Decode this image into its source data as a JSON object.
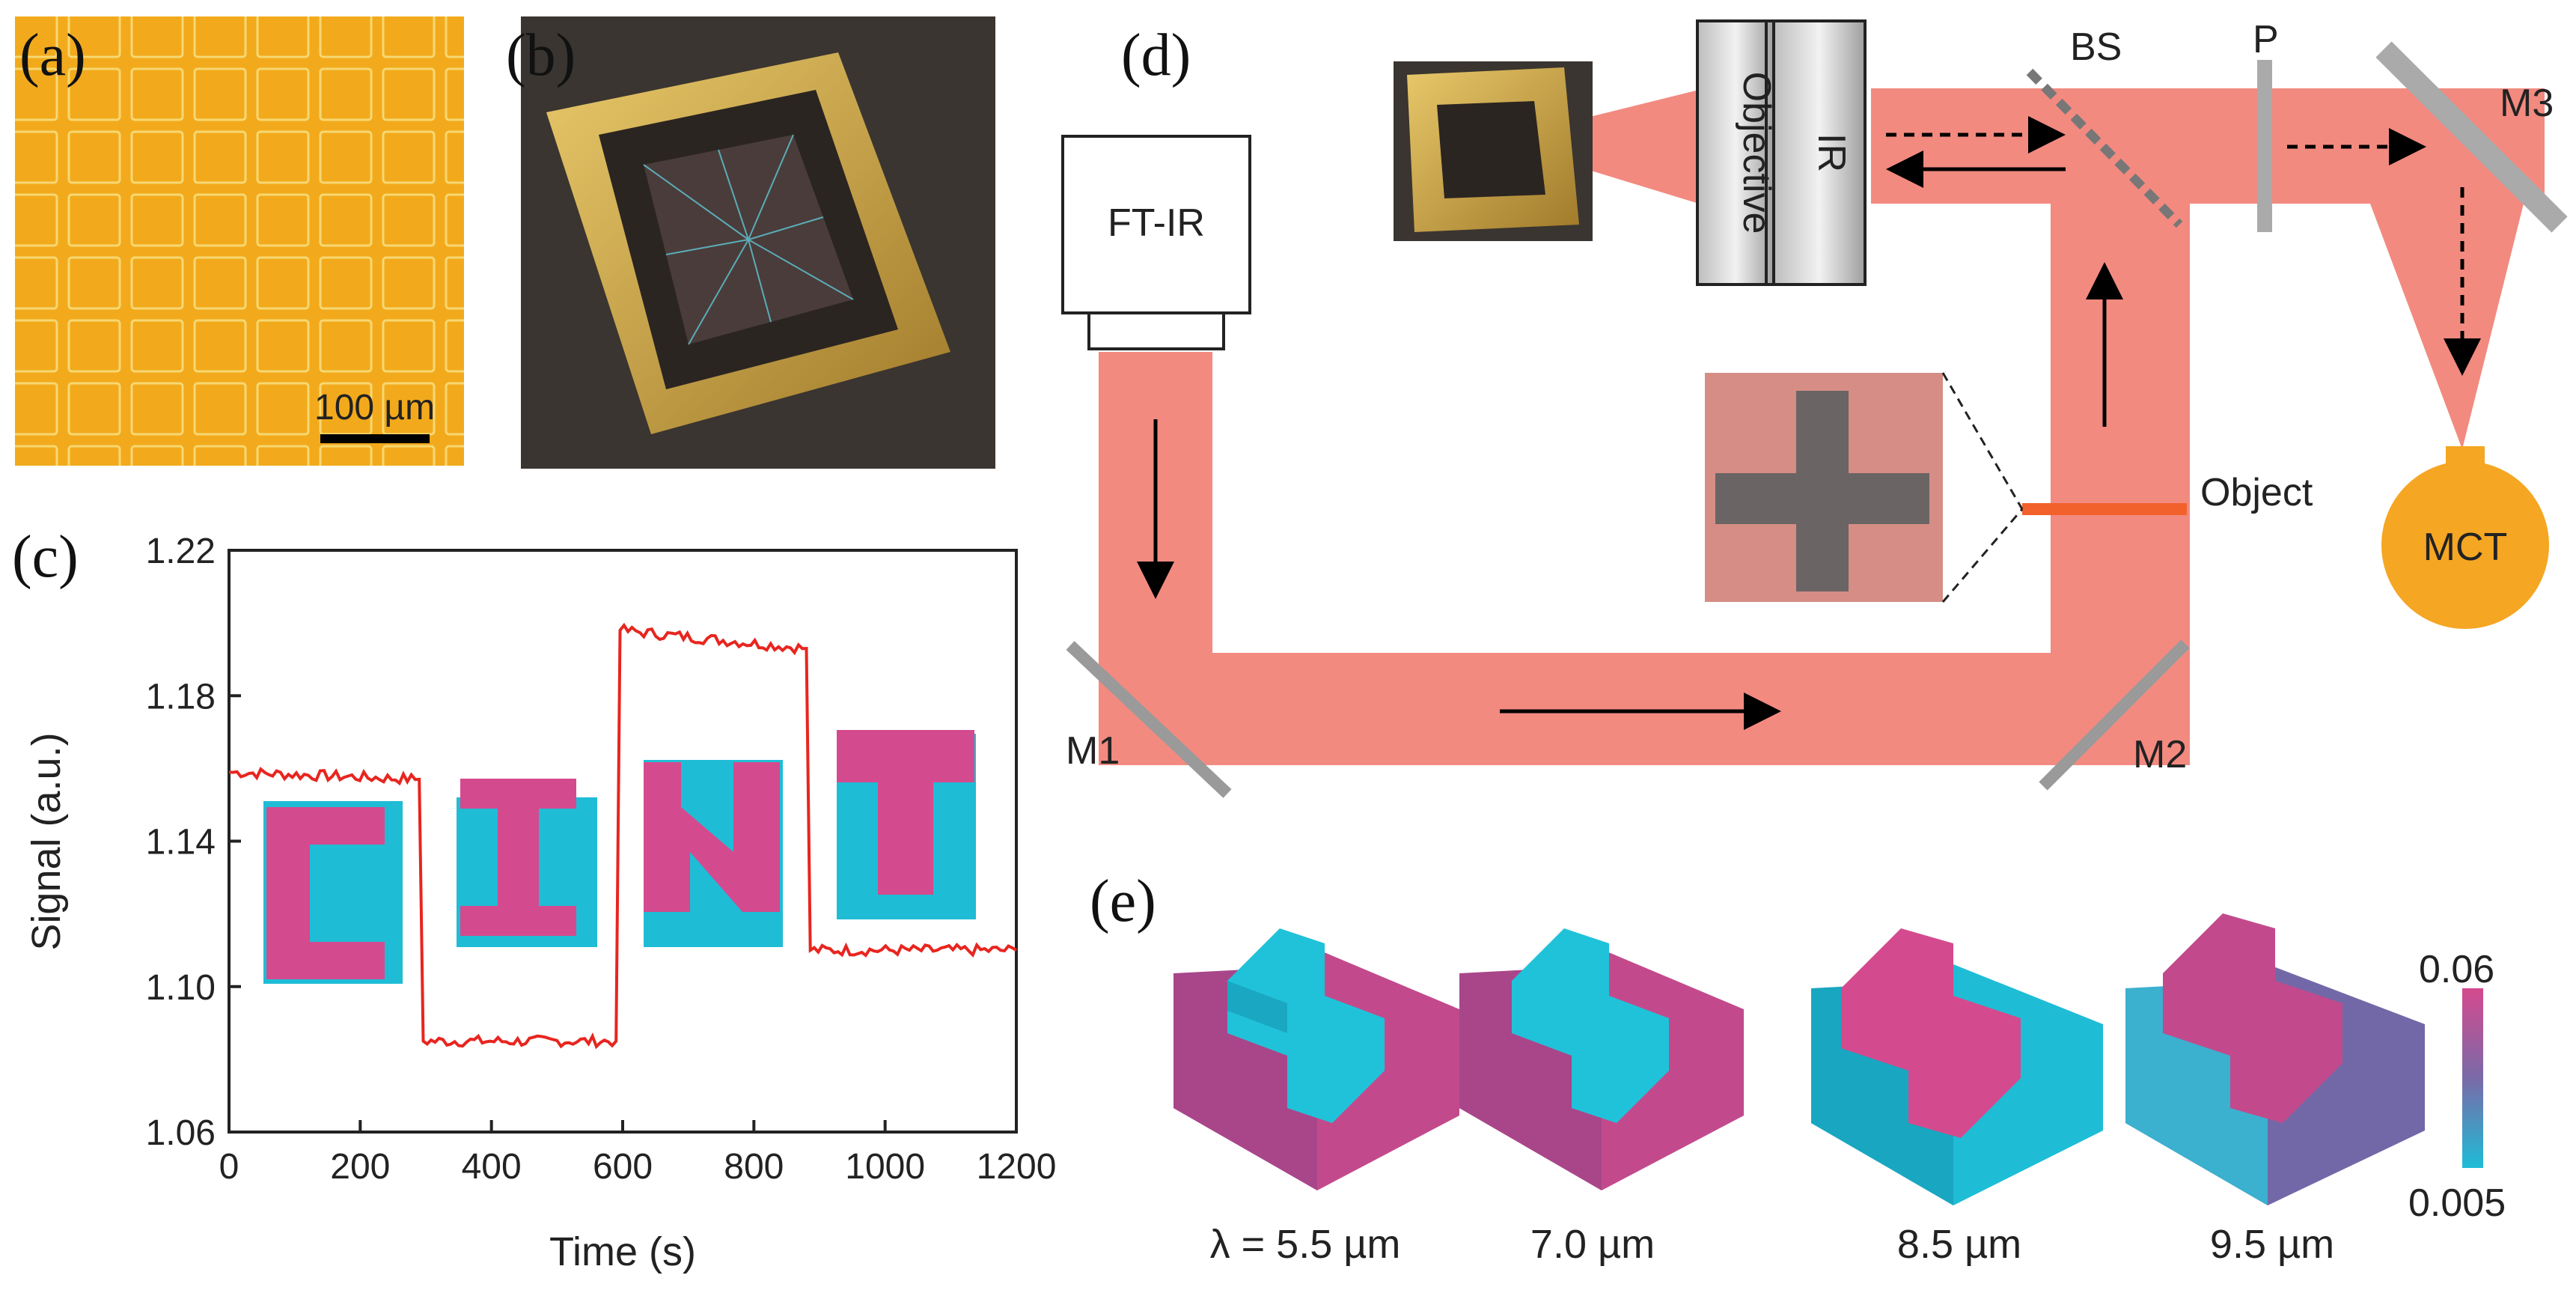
{
  "panels": {
    "a": {
      "label": "(a)",
      "scale_bar": "100 µm"
    },
    "b": {
      "label": "(b)"
    },
    "c": {
      "label": "(c)"
    },
    "d": {
      "label": "(d)",
      "components": {
        "ftir": "FT-IR",
        "objective": "Objective",
        "ir": "IR",
        "bs": "BS",
        "p": "P",
        "m1": "M1",
        "m2": "M2",
        "m3": "M3",
        "mct": "MCT",
        "object": "Object"
      }
    },
    "e": {
      "label": "(e)",
      "wavelengths": [
        "λ = 5.5 µm",
        "7.0 µm",
        "8.5 µm",
        "9.5 µm"
      ],
      "colorbar": {
        "max": "0.06",
        "min": "0.005"
      }
    }
  },
  "colors": {
    "beam": "#f28a80",
    "trace": "#e8251f",
    "pink": "#d44a8e",
    "cyan": "#1fbcd6",
    "gold": "#f2a81c",
    "mct": "#f5a623"
  },
  "chart_data": {
    "type": "line",
    "xlabel": "Time (s)",
    "ylabel": "Signal (a.u.)",
    "xlim": [
      0,
      1200
    ],
    "ylim": [
      1.06,
      1.22
    ],
    "xticks": [
      0,
      200,
      400,
      600,
      800,
      1000,
      1200
    ],
    "yticks": [
      1.06,
      1.1,
      1.14,
      1.18,
      1.22
    ],
    "series": [
      {
        "x": [
          0,
          290,
          296,
          590,
          596,
          880,
          886,
          1200
        ],
        "y": [
          1.159,
          1.157,
          1.085,
          1.085,
          1.198,
          1.193,
          1.11,
          1.11
        ]
      }
    ],
    "insets": [
      "C",
      "I",
      "N",
      "T"
    ]
  }
}
